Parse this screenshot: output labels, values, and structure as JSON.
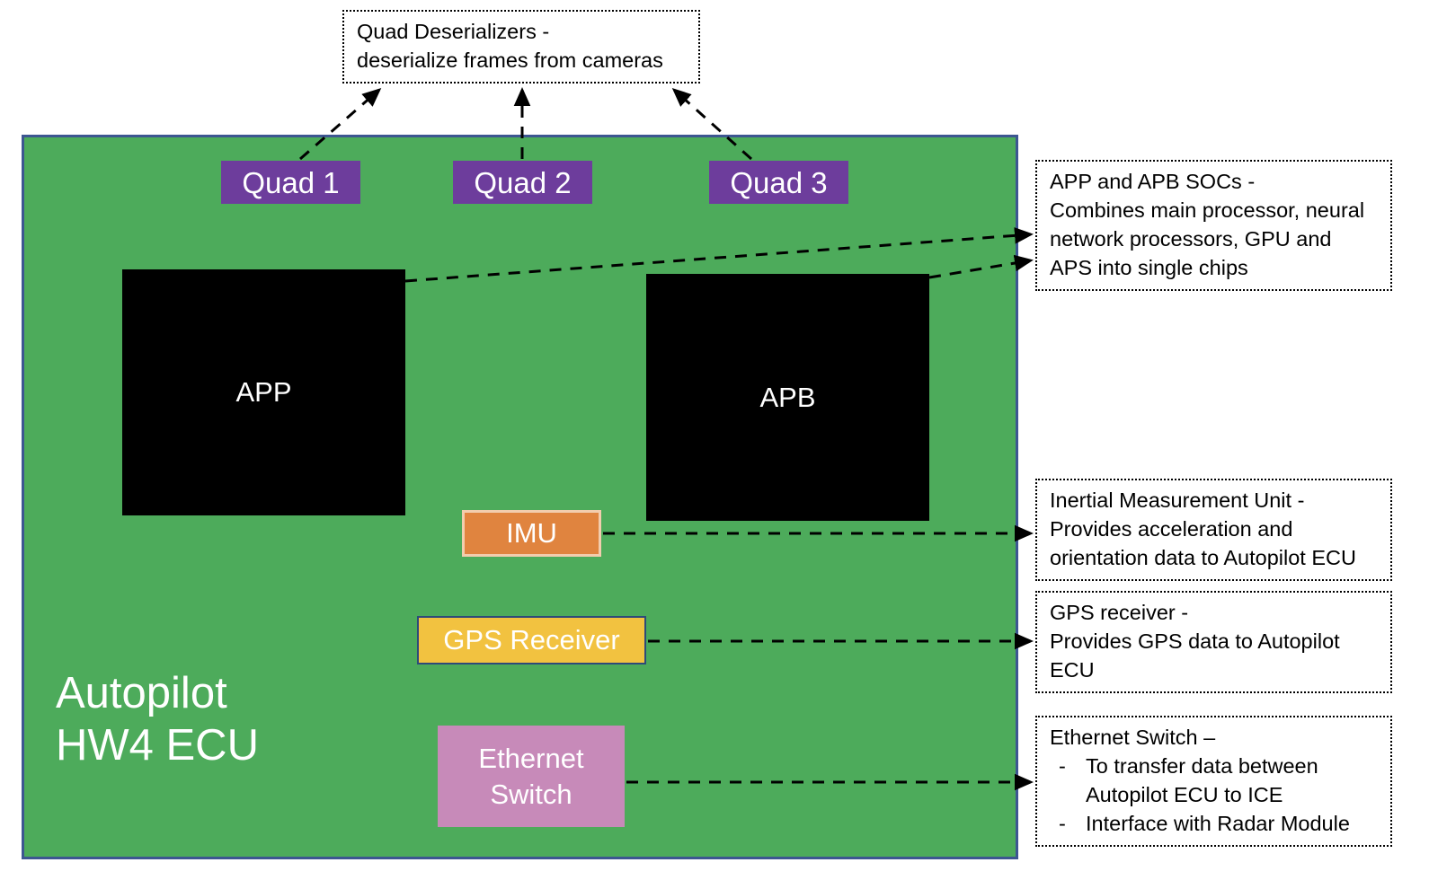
{
  "diagram": {
    "title": "Autopilot HW4 ECU",
    "colors": {
      "panel_green": "#4dab5b",
      "panel_border": "#3d5691",
      "quad_purple": "#6d3d9c",
      "soc_black": "#000000",
      "imu_orange": "#e0843f",
      "imu_border": "#f2cdae",
      "gps_yellow": "#f2c240",
      "gps_border": "#2e4a79",
      "ethernet_pink": "#c78ab9",
      "connector_black": "#000000",
      "label_white": "#ffffff"
    }
  },
  "ecu": {
    "title_line_1": "Autopilot",
    "title_line_2": "HW4 ECU"
  },
  "quads": [
    {
      "label": "Quad 1"
    },
    {
      "label": "Quad 2"
    },
    {
      "label": "Quad 3"
    }
  ],
  "socs": [
    {
      "label": "APP"
    },
    {
      "label": "APB"
    }
  ],
  "modules": {
    "imu": {
      "label": "IMU"
    },
    "gps": {
      "label": "GPS Receiver"
    },
    "ethernet": {
      "label_line_1": "Ethernet",
      "label_line_2": "Switch"
    }
  },
  "callouts": {
    "quad_deserializers": {
      "line_1": "Quad Deserializers -",
      "line_2": "deserialize frames from cameras"
    },
    "soc": {
      "line_1": "APP and APB SOCs -",
      "line_2": "Combines main processor, neural",
      "line_3": "network processors, GPU and",
      "line_4": "APS into single chips"
    },
    "imu": {
      "line_1": "Inertial Measurement Unit -",
      "line_2": "Provides acceleration and",
      "line_3": "orientation data to Autopilot ECU"
    },
    "gps": {
      "line_1": "GPS receiver -",
      "line_2": "Provides GPS data to Autopilot",
      "line_3": "ECU"
    },
    "ethernet": {
      "line_1": "Ethernet Switch –",
      "bullet_1_dash": "-",
      "bullet_1_text_a": "To transfer data between",
      "bullet_1_text_b": "Autopilot ECU to ICE",
      "bullet_2_dash": "-",
      "bullet_2_text": "Interface with Radar Module"
    }
  }
}
